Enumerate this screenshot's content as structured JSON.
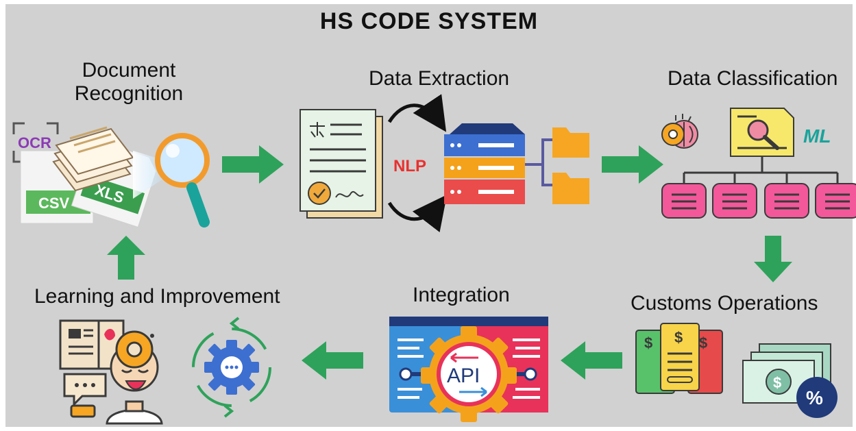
{
  "title": "HS CODE SYSTEM",
  "stages": {
    "document_recognition": "Document\nRecognition",
    "data_extraction": "Data Extraction",
    "data_classification": "Data Classification",
    "customs_operations": "Customs Operations",
    "integration": "Integration",
    "learning": "Learning and Improvement"
  },
  "icon_labels": {
    "ocr": "OCR",
    "csv": "CSV",
    "xls": "XLS",
    "nlp": "NLP",
    "ml": "ML",
    "api": "API",
    "dollar": "$",
    "percent": "%"
  },
  "colors": {
    "background": "#d1d1d1",
    "arrow_green": "#2ea25a",
    "nlp_red": "#e8312f",
    "ml_teal": "#1aa39b",
    "ocr_purple": "#8c3bb5",
    "folder_orange": "#f6a623",
    "server_blue": "#3d6fd1",
    "record_pink": "#f2589a",
    "api_gear": "#f4a21c",
    "navy": "#203a7a"
  },
  "icons": [
    "ocr-scan-icon",
    "document-stack-icon",
    "csv-file-icon",
    "xls-file-icon",
    "magnifier-icon",
    "legal-document-icon",
    "database-server-icon",
    "folder-icon",
    "ai-brain-icon",
    "search-document-icon",
    "record-icon",
    "invoice-icon",
    "cash-percent-icon",
    "api-gear-icon",
    "ai-head-icon",
    "book-icon",
    "chat-bubble-icon",
    "cycle-gear-icon"
  ]
}
